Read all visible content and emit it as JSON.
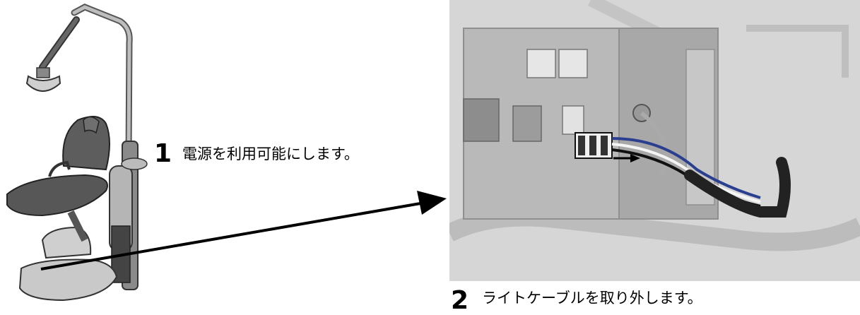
{
  "steps": [
    {
      "number": "1",
      "text": "電源を利用可能にします。"
    },
    {
      "number": "2",
      "text": "ライトケーブルを取り外します。"
    }
  ],
  "illustrations": {
    "chair": "dental-chair-illustration",
    "detail": "light-cable-connector-photo"
  },
  "colors": {
    "ink": "#000000",
    "photo_bg": "#d8d8d8",
    "cable_blue": "#2a3f8f"
  }
}
